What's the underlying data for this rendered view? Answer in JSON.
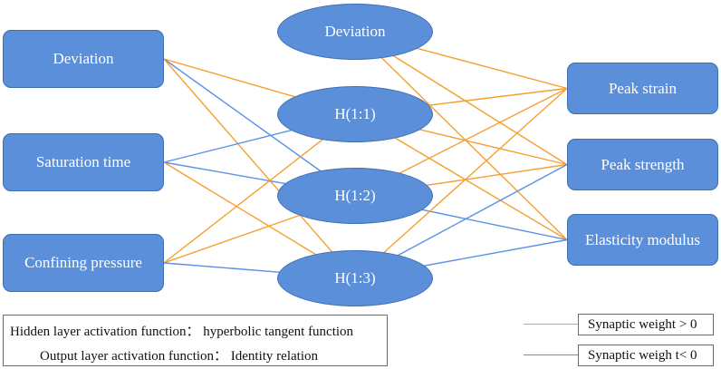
{
  "input_nodes": [
    {
      "id": "in_dev",
      "label": "Deviation"
    },
    {
      "id": "in_sat",
      "label": "Saturation time"
    },
    {
      "id": "in_conf",
      "label": "Confining pressure"
    }
  ],
  "hidden_nodes": [
    {
      "id": "h_bias",
      "label": "Deviation"
    },
    {
      "id": "h1",
      "label": "H(1:1)"
    },
    {
      "id": "h2",
      "label": "H(1:2)"
    },
    {
      "id": "h3",
      "label": "H(1:3)"
    }
  ],
  "output_nodes": [
    {
      "id": "out_strain",
      "label": "Peak strain"
    },
    {
      "id": "out_strength",
      "label": "Peak strength"
    },
    {
      "id": "out_elastic",
      "label": "Elasticity modulus"
    }
  ],
  "connections": [
    {
      "from": "in_dev",
      "to": "h1",
      "sign": "positive"
    },
    {
      "from": "in_dev",
      "to": "h2",
      "sign": "negative"
    },
    {
      "from": "in_dev",
      "to": "h3",
      "sign": "positive"
    },
    {
      "from": "in_sat",
      "to": "h1",
      "sign": "negative"
    },
    {
      "from": "in_sat",
      "to": "h2",
      "sign": "negative"
    },
    {
      "from": "in_sat",
      "to": "h3",
      "sign": "positive"
    },
    {
      "from": "in_conf",
      "to": "h1",
      "sign": "positive"
    },
    {
      "from": "in_conf",
      "to": "h2",
      "sign": "positive"
    },
    {
      "from": "in_conf",
      "to": "h3",
      "sign": "negative"
    },
    {
      "from": "h_bias",
      "to": "out_strain",
      "sign": "positive"
    },
    {
      "from": "h_bias",
      "to": "out_strength",
      "sign": "positive"
    },
    {
      "from": "h_bias",
      "to": "out_elastic",
      "sign": "positive"
    },
    {
      "from": "h1",
      "to": "out_strain",
      "sign": "positive"
    },
    {
      "from": "h1",
      "to": "out_strength",
      "sign": "positive"
    },
    {
      "from": "h1",
      "to": "out_elastic",
      "sign": "positive"
    },
    {
      "from": "h2",
      "to": "out_strain",
      "sign": "positive"
    },
    {
      "from": "h2",
      "to": "out_strength",
      "sign": "positive"
    },
    {
      "from": "h2",
      "to": "out_elastic",
      "sign": "negative"
    },
    {
      "from": "h3",
      "to": "out_strain",
      "sign": "positive"
    },
    {
      "from": "h3",
      "to": "out_strength",
      "sign": "negative"
    },
    {
      "from": "h3",
      "to": "out_elastic",
      "sign": "negative"
    }
  ],
  "notes": {
    "hidden_activation": "Hidden layer activation function：  hyperbolic tangent function",
    "output_activation": "Output layer activation function：  Identity relation"
  },
  "legend": {
    "positive": {
      "label": "Synaptic weight > 0",
      "color": "#f5a030"
    },
    "negative": {
      "label": "Synaptic weigh t< 0",
      "color": "#5b92e5"
    }
  },
  "colors": {
    "node_fill": "#5b8fd9",
    "node_border": "#3e6fb3",
    "node_text": "#ffffff"
  }
}
